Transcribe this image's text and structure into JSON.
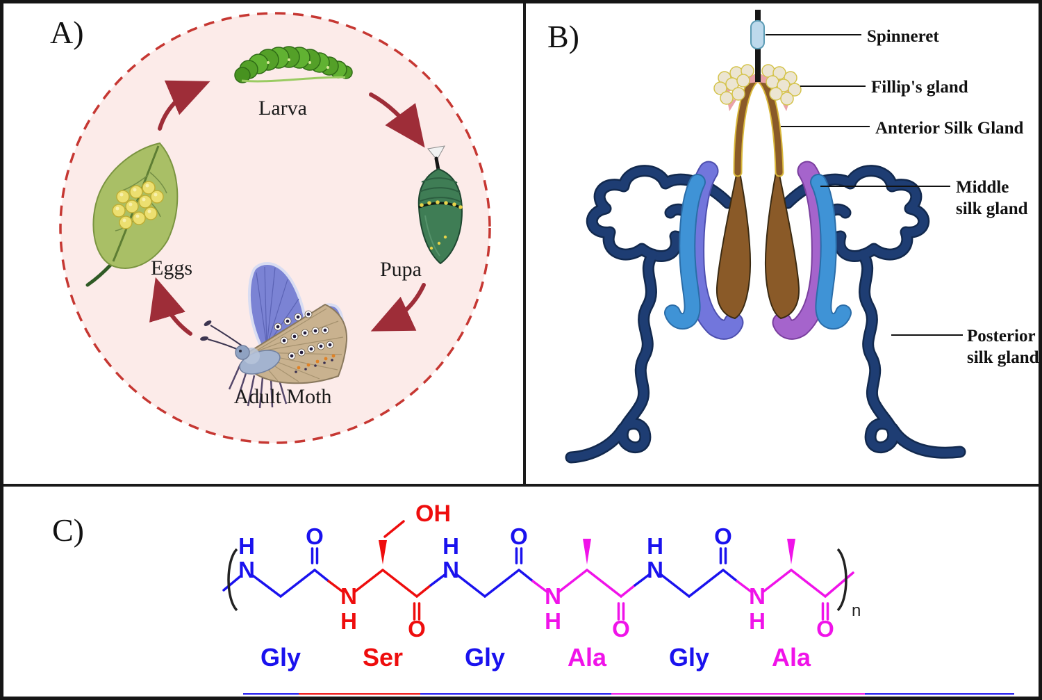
{
  "panel_a": {
    "label": "A)",
    "stages": {
      "larva": "Larva",
      "pupa": "Pupa",
      "adult": "Adult Moth",
      "eggs": "Eggs"
    },
    "colors": {
      "circle_fill": "#fcebe9",
      "circle_dash": "#c63732",
      "arrow": "#9e2d38",
      "caterpillar_green": "#5fae2e",
      "leaf_green": "#a9bf66",
      "egg_yellow": "#ecdf70",
      "pupa_green": "#3f7d55",
      "wing_blue": "#7b83d4",
      "underwing_tan": "#c9b28f"
    }
  },
  "panel_b": {
    "label": "B)",
    "labels": {
      "spinneret": "Spinneret",
      "fillips_gland": "Fillip's gland",
      "anterior": "Anterior Silk Gland",
      "middle_line1": "Middle",
      "middle_line2": "silk gland",
      "posterior_line1": "Posterior",
      "posterior_line2": "silk gland"
    },
    "colors": {
      "navy": "#1e3d73",
      "periwinkle": "#7276dc",
      "purple": "#a564cc",
      "blue": "#3f93d6",
      "brown": "#8a5a28",
      "cream": "#ece5d2",
      "pink": "#e9a2a8",
      "capsule_blue": "#bdd9ec"
    }
  },
  "panel_c": {
    "label": "C)",
    "residues": [
      "Gly",
      "Ser",
      "Gly",
      "Ala",
      "Gly",
      "Ala"
    ],
    "atoms": {
      "n": "N",
      "h": "H",
      "o": "O",
      "oh": "OH",
      "repeat": "n"
    },
    "colors": {
      "gly": "#1a12ee",
      "ser": "#ee0d0d",
      "ala": "#f013e9"
    }
  }
}
